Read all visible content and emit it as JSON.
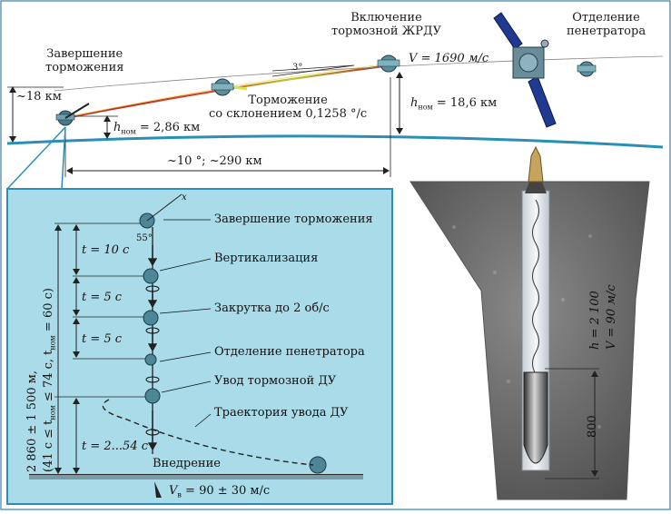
{
  "top": {
    "braking_end": "Завершение\nторможения",
    "braking_end_l1": "Завершение",
    "braking_end_l2": "торможения",
    "engine_on_l1": "Включение",
    "engine_on_l2": "тормозной ЖРДУ",
    "separation_l1": "Отделение",
    "separation_l2": "пенетратора",
    "velocity": "V = 1690 м/с",
    "height_left": "~18 км",
    "h_nom_left": "h",
    "h_nom_left_sub": "ном",
    "h_nom_left_val": "= 2,86 км",
    "h_nom_right": "h",
    "h_nom_right_sub": "ном",
    "h_nom_right_val": "= 18,6 км",
    "braking_l1": "Торможение",
    "braking_l2": "со склонением 0,1258 °/с",
    "angle_small": "3°",
    "range": "~10 °; ~290 км"
  },
  "inset": {
    "steps": [
      {
        "label": "Завершение торможения"
      },
      {
        "label": "Вертикализация"
      },
      {
        "label": "Закрутка до 2 об/с"
      },
      {
        "label": "Отделение пенетратора"
      },
      {
        "label": "Увод тормозной ДУ"
      },
      {
        "label": "Траектория увода ДУ"
      }
    ],
    "times": [
      "t = 10 c",
      "t = 5 c",
      "t = 5 c",
      "t = 2...54 c"
    ],
    "angle": "55°",
    "axis_x": "x",
    "vertical_l1": "2 860 ± 1 500 м,",
    "vertical_l2": "(41 c ≤ t",
    "vertical_l2_sub": "ном",
    "vertical_l2b": " ≤ 74 c, t",
    "vertical_l2b_sub": "ном",
    "vertical_l2c": " = 60 c)",
    "impact": "Внедрение",
    "impact_speed": "V",
    "impact_speed_sub": "в",
    "impact_speed_val": " = 90 ± 30 м/с"
  },
  "penetrator": {
    "depth": "h = 2 100",
    "speed": "V = 90 м/с",
    "length": "800"
  },
  "colors": {
    "inset_bg": "#a9dbe8",
    "inset_border": "#2a8fb5",
    "surface_line": "#2a8fb5",
    "trajectory": "#c0392b",
    "soil": "#6b6b6b"
  }
}
